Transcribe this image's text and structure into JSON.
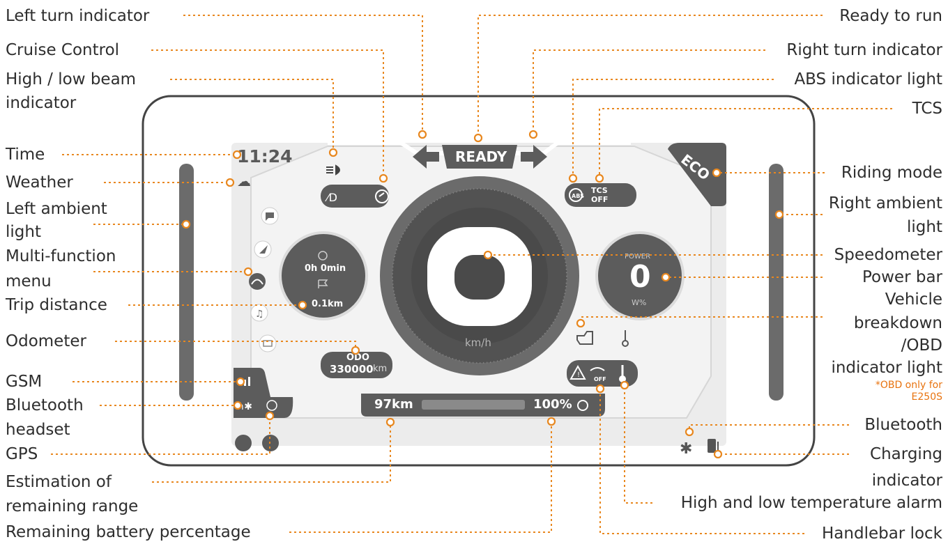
{
  "labels_left": [
    "Left turn indicator",
    "Cruise Control",
    "High / low beam",
    "indicator",
    "Time",
    "Weather",
    "Left ambient",
    "light",
    "Multi-function",
    "menu",
    "Trip distance",
    "Odometer",
    "GSM",
    "Bluetooth",
    "headset",
    "GPS",
    "Estimation of",
    "remaining range",
    "Remaining battery percentage"
  ],
  "labels_right": [
    "Ready to run",
    "Right turn indicator",
    "ABS indicator light",
    "TCS",
    "Riding mode",
    "Right ambient",
    "light",
    "Speedometer",
    "Power bar",
    "Vehicle",
    "breakdown",
    "/OBD",
    "indicator light",
    "Bluetooth",
    "Charging",
    "indicator",
    "High and low temperature alarm",
    "Handlebar lock"
  ],
  "note_lines": [
    "*OBD only for",
    "E250S"
  ],
  "display": {
    "time": "11:24",
    "ready": "READY",
    "mode": "ECO",
    "tcs_line1": "TCS",
    "tcs_line2": "OFF",
    "trip_time": "0h 0min",
    "trip_dist": "0.1km",
    "odo_label": "ODO",
    "odo_value": "330000",
    "odo_unit": "km",
    "speed": "0",
    "speed_unit": "km/h",
    "power_label": "POWER",
    "power_value": "0",
    "power_unit": "W%",
    "range": "97km",
    "battery": "100%",
    "lock_off": "OFF"
  },
  "colors": {
    "accent": "#e8871e",
    "note": "#e8730f",
    "panel_dark": "#5c5c5c",
    "screen_bg": "#ececec"
  }
}
